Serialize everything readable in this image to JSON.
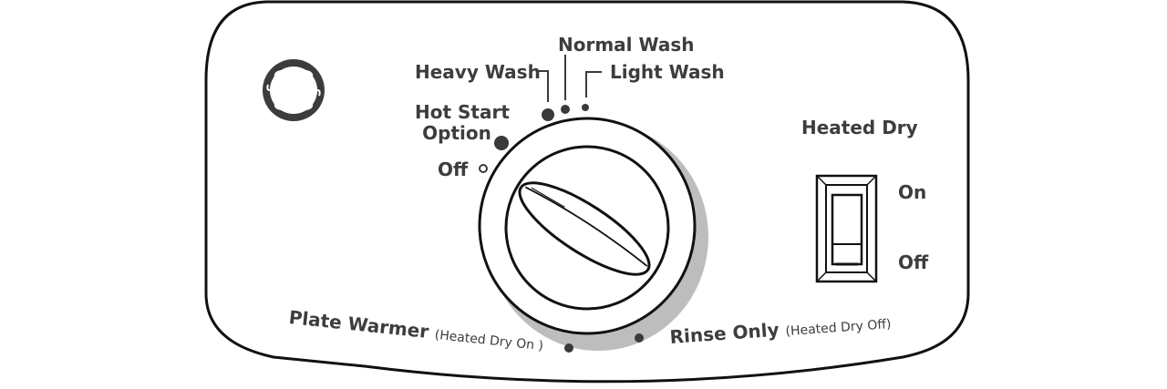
{
  "brand": {
    "logo_text": "GE"
  },
  "cycle_dial": {
    "settings": {
      "off": "Off",
      "hot_start_line1": "Hot Start",
      "hot_start_line2": "Option",
      "heavy_wash": "Heavy Wash",
      "normal_wash": "Normal Wash",
      "light_wash": "Light Wash",
      "plate_warmer": "Plate Warmer",
      "plate_warmer_note": "(Heated Dry On )",
      "rinse_only": "Rinse Only",
      "rinse_only_note": "(Heated Dry Off)"
    }
  },
  "heated_dry": {
    "title": "Heated Dry",
    "on_label": "On",
    "off_label": "Off"
  },
  "colors": {
    "panel_stroke": "#111111",
    "dial_shadow": "#bdbdbd",
    "marker": "#3a3a3a",
    "label_text": "#3d3d3d"
  }
}
